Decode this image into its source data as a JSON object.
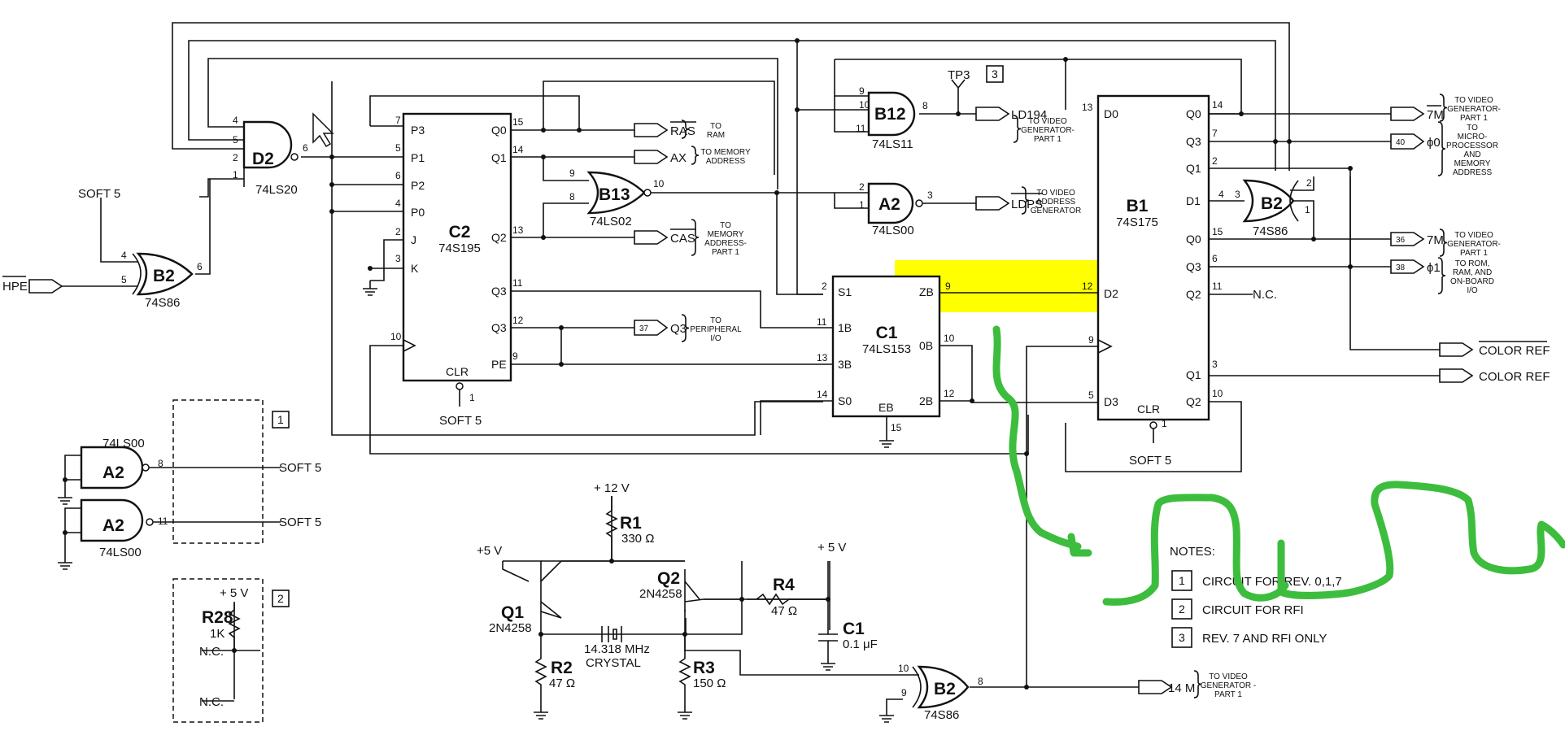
{
  "chips": {
    "d2": {
      "name": "D2",
      "part": "74LS20"
    },
    "b2_in": {
      "name": "B2",
      "part": "74S86"
    },
    "c2": {
      "name": "C2",
      "part": "74S195"
    },
    "b13": {
      "name": "B13",
      "part": "74LS02"
    },
    "b12": {
      "name": "B12",
      "part": "74LS11"
    },
    "a2_top": {
      "name": "A2",
      "part": "74LS00"
    },
    "c1": {
      "name": "C1",
      "part": "74LS153"
    },
    "b1": {
      "name": "B1",
      "part": "74S175"
    },
    "b2_right": {
      "name": "B2",
      "part": "74S86"
    },
    "a2_box1": {
      "name": "A2",
      "part": "74LS00"
    },
    "a2_box2": {
      "name": "A2",
      "part": "74LS00"
    },
    "b2_bottom": {
      "name": "B2",
      "part": "74S86"
    }
  },
  "labels": {
    "soft5": "SOFT 5",
    "hpe": "HPE",
    "tp3": "TP3",
    "plus12v": "+ 12 V",
    "plus5v": "+ 5 V",
    "plus5v_b": "+5 V",
    "nc": "N.C.",
    "crystal_freq": "14.318 MHz",
    "crystal": "CRYSTAL",
    "n1": "1",
    "n2": "2",
    "n3": "3"
  },
  "components": {
    "r1": {
      "name": "R1",
      "value": "330 Ω"
    },
    "r2": {
      "name": "R2",
      "value": "47 Ω"
    },
    "r3": {
      "name": "R3",
      "value": "150 Ω"
    },
    "r4": {
      "name": "R4",
      "value": "47 Ω"
    },
    "r28": {
      "name": "R28",
      "value": "1K"
    },
    "c1cap": {
      "name": "C1",
      "value": "0.1 μF"
    },
    "q1": {
      "name": "Q1",
      "part": "2N4258"
    },
    "q2": {
      "name": "Q2",
      "part": "2N4258"
    }
  },
  "signals": {
    "ras": "RAS",
    "ax": "AX",
    "cas": "CAS",
    "q3": "Q3",
    "ld194": "LD194",
    "ldps": "LDPS",
    "m7bar": "7M",
    "phi0": "ϕ0",
    "m7": "7M",
    "phi1": "ϕ1",
    "color_ref_bar": "COLOR REF",
    "color_ref": "COLOR REF",
    "m14": "14 M"
  },
  "connectors": {
    "c37": "37",
    "c40": "40",
    "c36": "36",
    "c38": "38"
  },
  "destinations": {
    "to_ram": [
      "TO",
      "RAM"
    ],
    "to_mem_addr": [
      "TO MEMORY",
      "ADDRESS"
    ],
    "to_mem_addr_p1": [
      "TO",
      "MEMORY",
      "ADDRESS-",
      "PART 1"
    ],
    "to_periph": [
      "TO",
      "PERIPHERAL",
      "I/O"
    ],
    "to_vg_p1_ld": [
      "TO VIDEO",
      "GENERATOR-",
      "PART 1"
    ],
    "to_vag": [
      "TO VIDEO",
      "ADDRESS",
      "GENERATOR"
    ],
    "to_vg_p1_a": [
      "TO VIDEO",
      "GENERATOR-",
      "PART 1"
    ],
    "to_micro": [
      "TO",
      "MICRO-",
      "PROCESSOR",
      "AND",
      "MEMORY",
      "ADDRESS"
    ],
    "to_vg_p1_b": [
      "TO VIDEO",
      "GENERATOR-",
      "PART 1"
    ],
    "to_rom": [
      "TO ROM,",
      "RAM, AND",
      "ON-BOARD",
      "I/O"
    ],
    "to_vg_p1_c": [
      "TO VIDEO",
      "GENERATOR -",
      "PART 1"
    ]
  },
  "notes": {
    "title": "NOTES:",
    "items": [
      {
        "num": "1",
        "text": "CIRCUIT FOR REV. 0,1,7"
      },
      {
        "num": "2",
        "text": "CIRCUIT FOR RFI"
      },
      {
        "num": "3",
        "text": "REV. 7 AND RFI  ONLY"
      }
    ]
  },
  "colors": {
    "highlight": "#ffff00",
    "scribble": "#3dbd3d",
    "ink": "#111111"
  }
}
